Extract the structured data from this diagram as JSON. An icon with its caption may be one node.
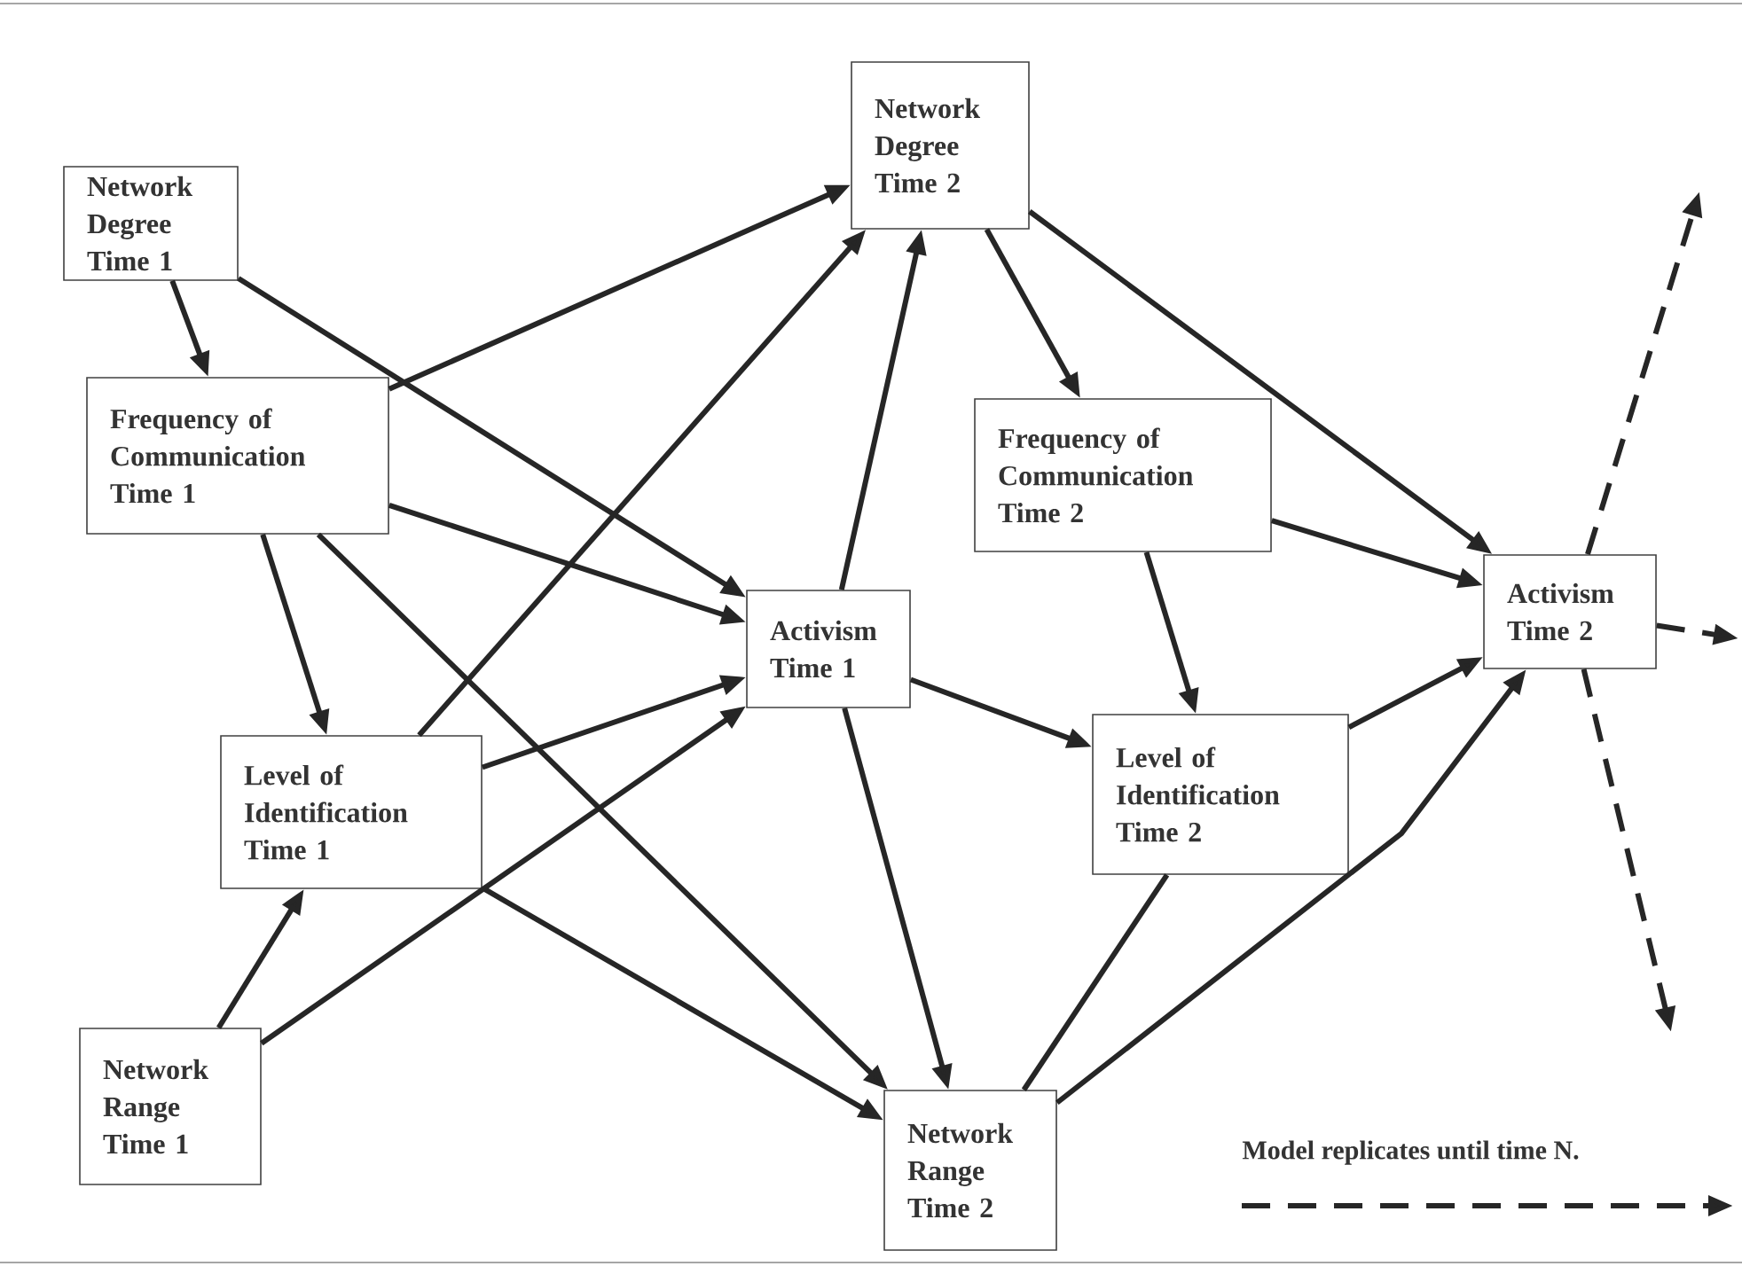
{
  "diagram": {
    "nodes": [
      {
        "text": [
          "Network Degree Time 1"
        ]
      },
      {
        "text": [
          "Frequency of Communication Time 1"
        ]
      },
      {
        "text": [
          "Level of Identification Time 1"
        ]
      },
      {
        "text": [
          "Network Range Time 1"
        ]
      },
      {
        "text": [
          "Network Degree Time 2"
        ]
      },
      {
        "text": [
          "Activism Time 1"
        ]
      },
      {
        "text": [
          "Frequency of Communication Time 2"
        ]
      },
      {
        "text": [
          "Level of Identification Time 2"
        ]
      },
      {
        "text": [
          "Network Range Time 2"
        ]
      },
      {
        "text": [
          "Activism Time 2"
        ]
      }
    ],
    "edges": [
      {
        "from": 0,
        "to": 1,
        "arrow": "to"
      },
      {
        "from": 0,
        "to": 5,
        "arrow": "to"
      },
      {
        "from": 1,
        "to": 4,
        "arrow": "to"
      },
      {
        "from": 1,
        "to": 5,
        "arrow": "to"
      },
      {
        "from": 1,
        "to": 2,
        "arrow": "to"
      },
      {
        "from": 1,
        "to": 8,
        "arrow": "to"
      },
      {
        "from": 2,
        "to": 4,
        "arrow": "to"
      },
      {
        "from": 2,
        "to": 5,
        "arrow": "to"
      },
      {
        "from": 2,
        "to": 8,
        "arrow": "to"
      },
      {
        "from": 3,
        "to": 2,
        "arrow": "to"
      },
      {
        "from": 3,
        "to": 5,
        "arrow": "to"
      },
      {
        "from": 5,
        "to": 4,
        "arrow": "to"
      },
      {
        "from": 5,
        "to": 7,
        "arrow": "to"
      },
      {
        "from": 5,
        "to": 8,
        "arrow": "to"
      },
      {
        "from": 4,
        "to": 6,
        "arrow": "to"
      },
      {
        "from": 4,
        "to": 9,
        "arrow": "to"
      },
      {
        "from": 6,
        "to": 9,
        "arrow": "to"
      },
      {
        "from": 6,
        "to": 7,
        "arrow": "to"
      },
      {
        "from": 7,
        "to": 9,
        "arrow": "to"
      },
      {
        "from": 8,
        "to": 7,
        "arrow": "none"
      },
      {
        "from": 8,
        "to": 9,
        "arrow": "to"
      },
      {
        "from": 9,
        "to": null,
        "arrow": "to",
        "style": "dashed"
      },
      {
        "from": 9,
        "to": null,
        "arrow": "to",
        "style": "dashed"
      },
      {
        "from": 9,
        "to": null,
        "arrow": "to",
        "style": "dashed"
      }
    ],
    "legend": [
      {
        "text": "Model replicates until time N."
      }
    ]
  }
}
